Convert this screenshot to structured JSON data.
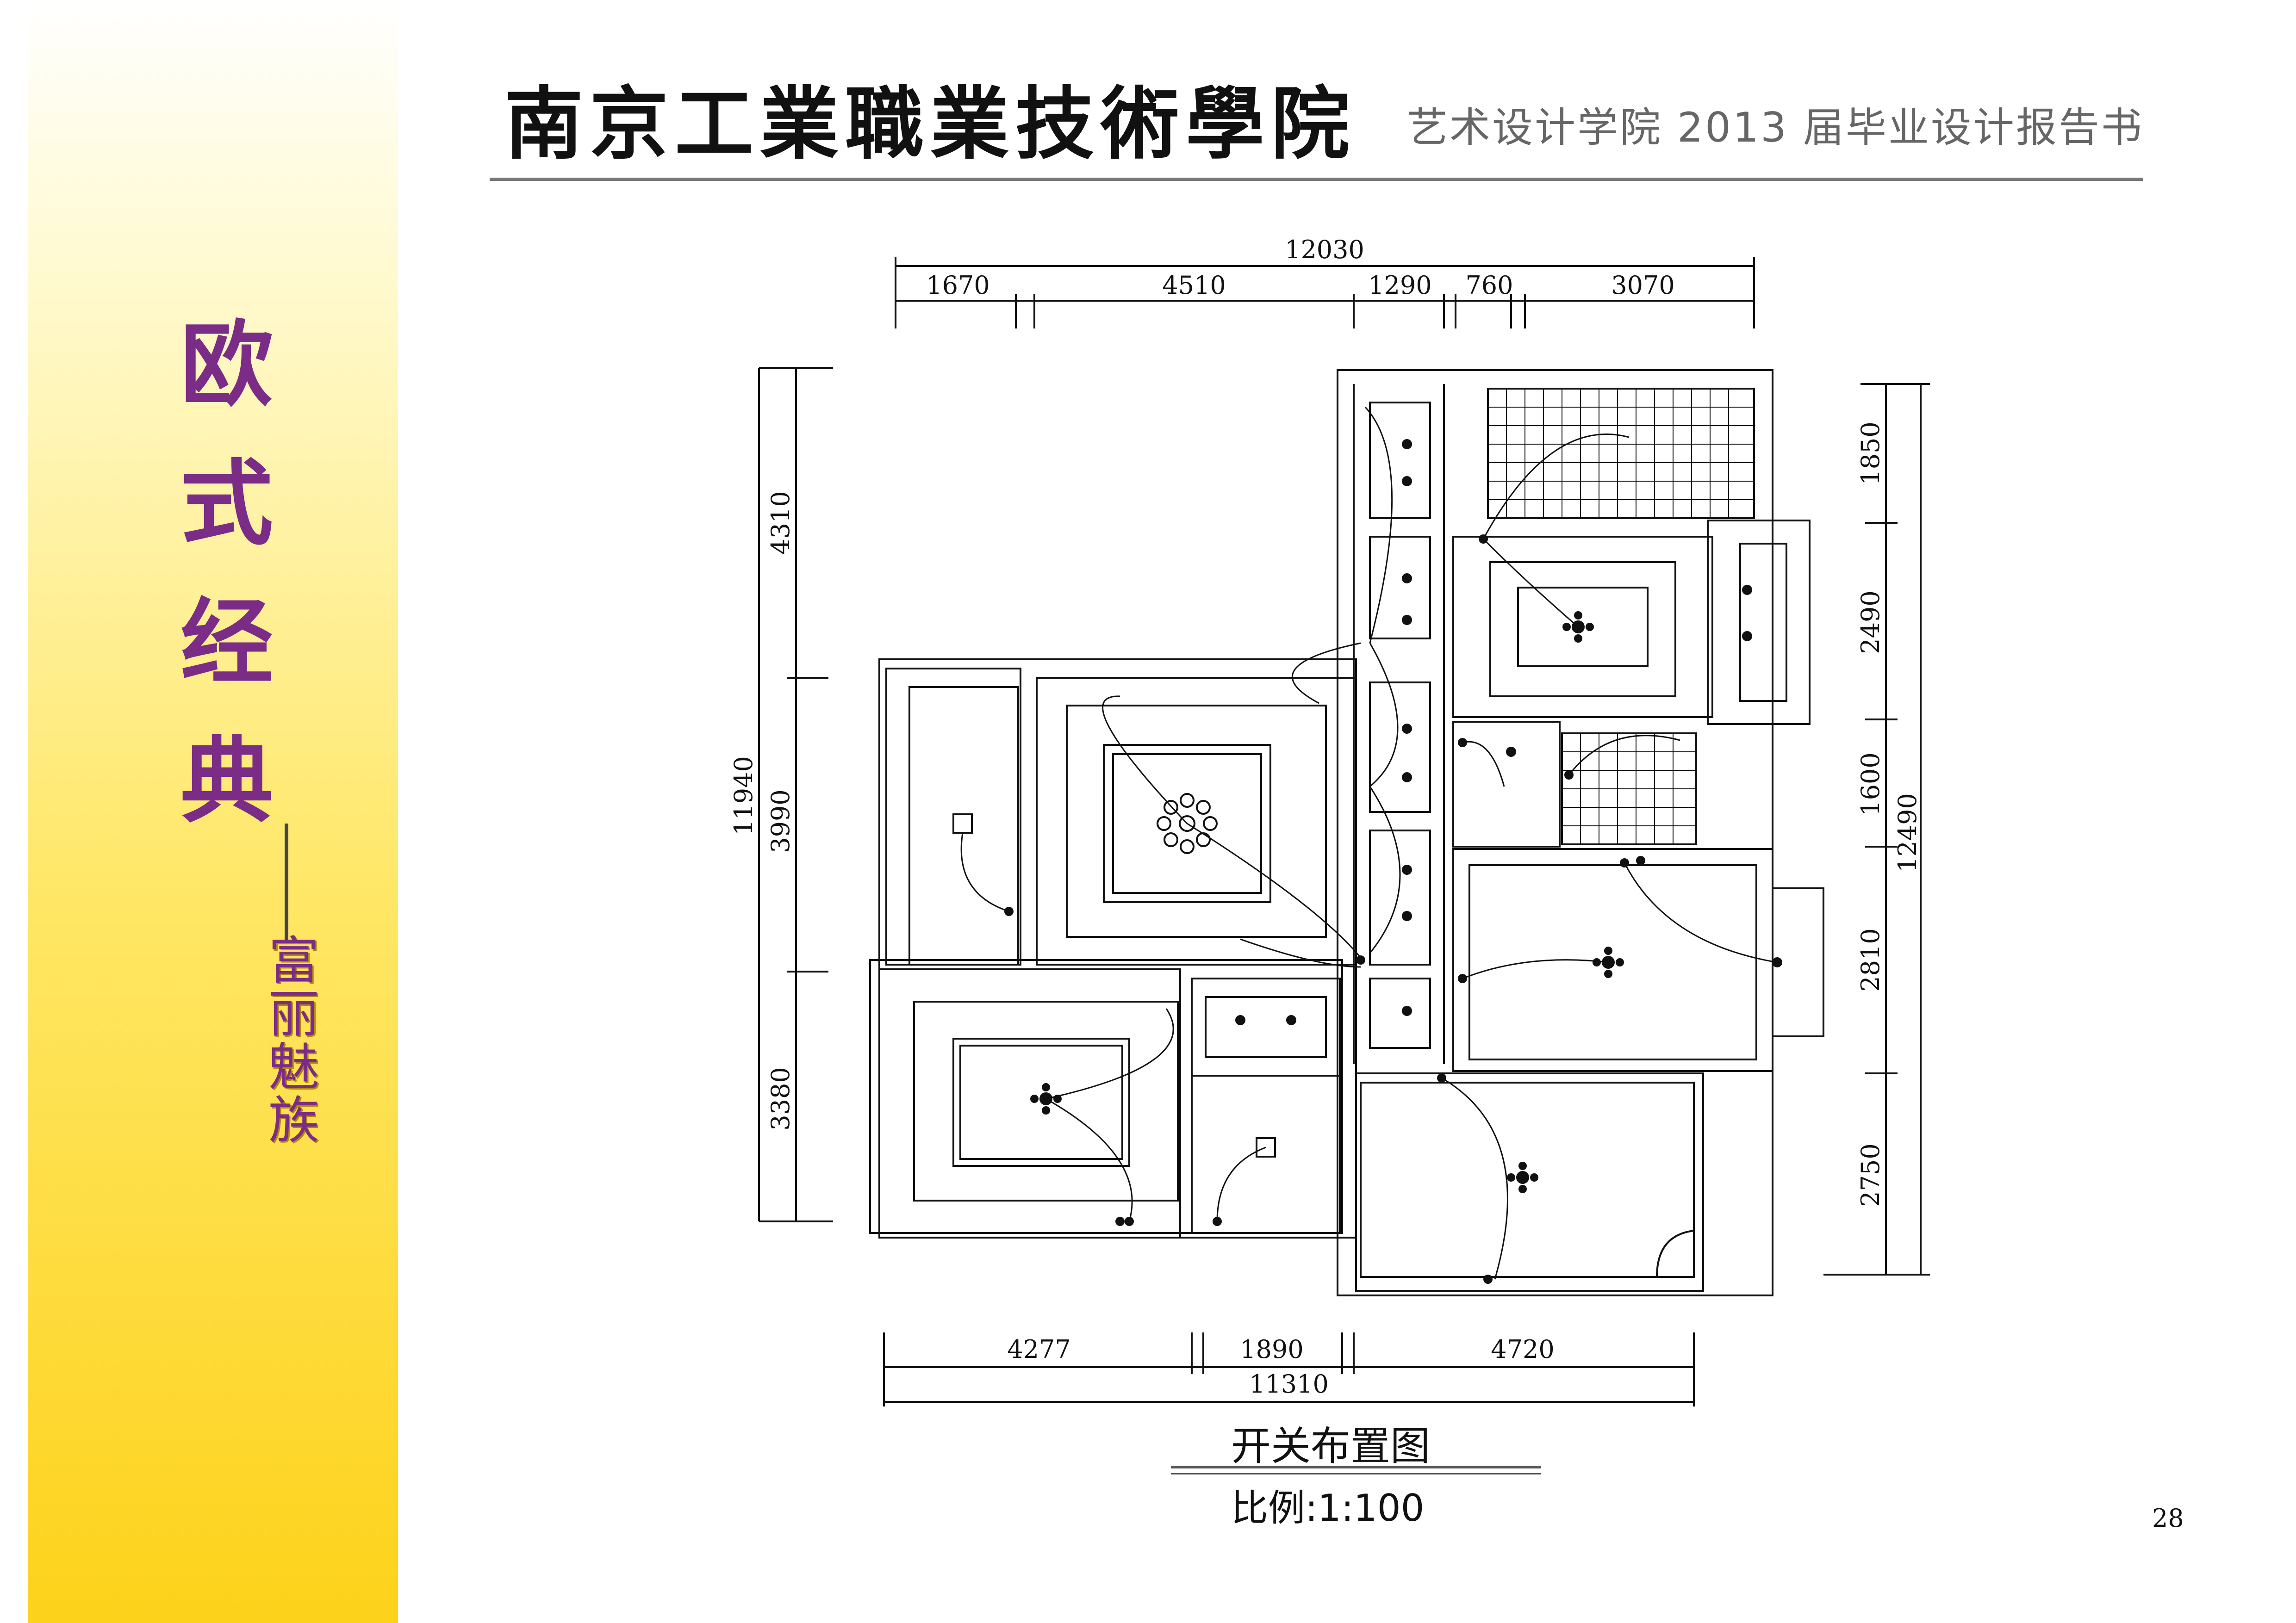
{
  "sidebar": {
    "title_chars": [
      "欧",
      "式",
      "经",
      "典"
    ],
    "subtitle_chars": [
      "富",
      "丽",
      "魅",
      "族"
    ]
  },
  "header": {
    "school_name": "南京工業職業技術學院",
    "report_title": "艺术设计学院 2013 届毕业设计报告书"
  },
  "plan": {
    "top_total": "12030",
    "top_segments": [
      "1670",
      "4510",
      "1290",
      "760",
      "3070"
    ],
    "bottom_total": "11310",
    "bottom_segments": [
      "4277",
      "1890",
      "4720"
    ],
    "left_total": "11940",
    "left_segments": [
      "4310",
      "3990",
      "3380"
    ],
    "right_total": "12490",
    "right_segments": [
      "1850",
      "2490",
      "1600",
      "2810",
      "2750"
    ]
  },
  "caption": {
    "title": "开关布置图",
    "scale": "比例:1:100"
  },
  "page_number": "28"
}
